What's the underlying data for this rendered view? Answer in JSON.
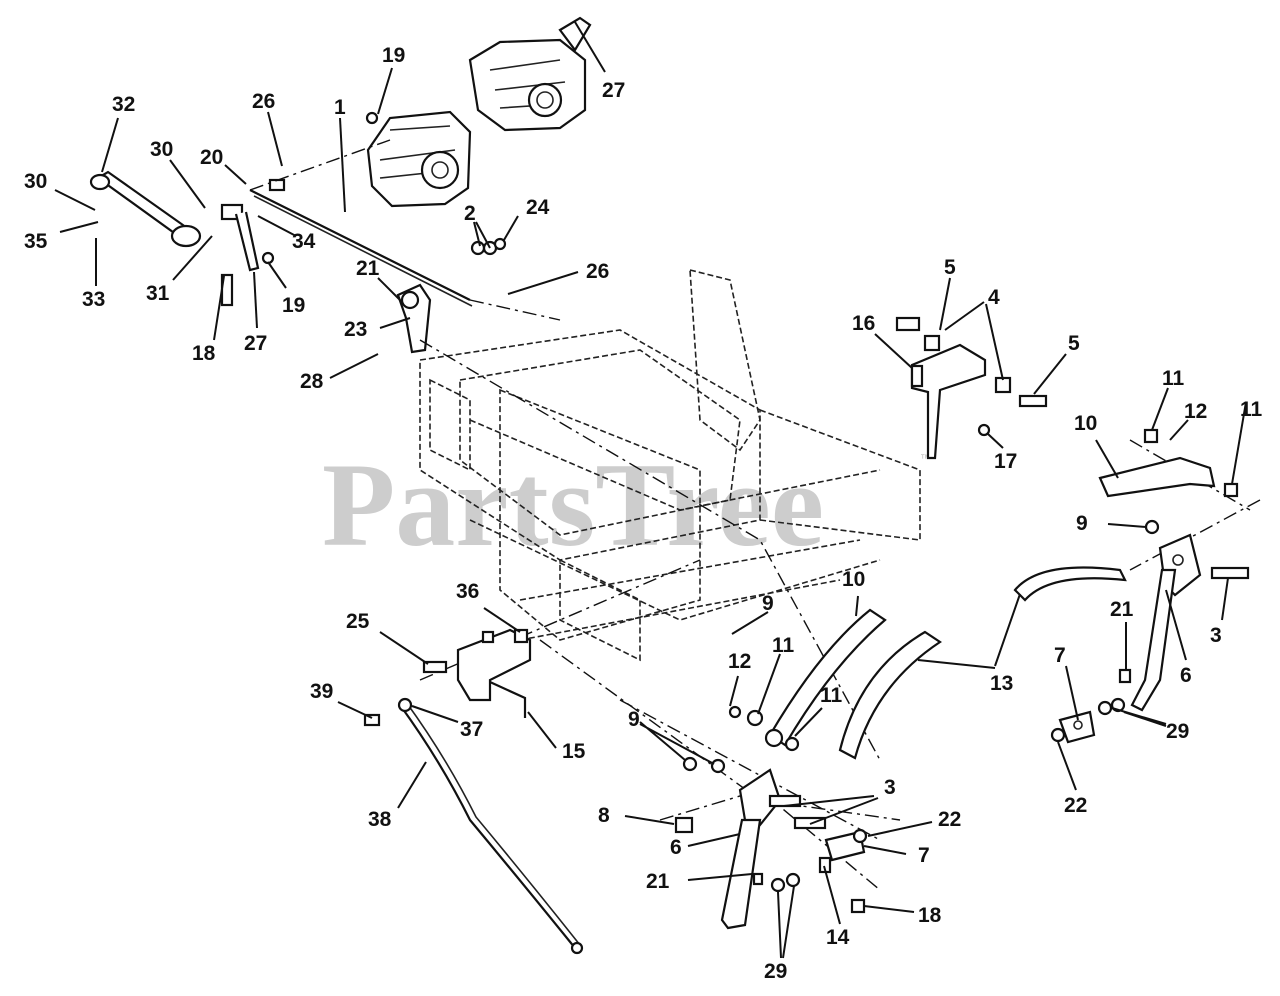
{
  "watermark": {
    "text": "PartsTree",
    "trademark": "™"
  },
  "callouts": [
    {
      "id": "c19a",
      "label": "19"
    },
    {
      "id": "c27a",
      "label": "27"
    },
    {
      "id": "c32",
      "label": "32"
    },
    {
      "id": "c1",
      "label": "1"
    },
    {
      "id": "c26a",
      "label": "26"
    },
    {
      "id": "c30a",
      "label": "30"
    },
    {
      "id": "c20",
      "label": "20"
    },
    {
      "id": "c30b",
      "label": "30"
    },
    {
      "id": "c35",
      "label": "35"
    },
    {
      "id": "c34",
      "label": "34"
    },
    {
      "id": "c33",
      "label": "33"
    },
    {
      "id": "c31",
      "label": "31"
    },
    {
      "id": "c2",
      "label": "2"
    },
    {
      "id": "c24",
      "label": "24"
    },
    {
      "id": "c26b",
      "label": "26"
    },
    {
      "id": "c19b",
      "label": "19"
    },
    {
      "id": "c18a",
      "label": "18"
    },
    {
      "id": "c27b",
      "label": "27"
    },
    {
      "id": "c21a",
      "label": "21"
    },
    {
      "id": "c23",
      "label": "23"
    },
    {
      "id": "c28",
      "label": "28"
    },
    {
      "id": "c5a",
      "label": "5"
    },
    {
      "id": "c4",
      "label": "4"
    },
    {
      "id": "c16",
      "label": "16"
    },
    {
      "id": "c5b",
      "label": "5"
    },
    {
      "id": "c17",
      "label": "17"
    },
    {
      "id": "c11a",
      "label": "11"
    },
    {
      "id": "c12a",
      "label": "12"
    },
    {
      "id": "c11b",
      "label": "11"
    },
    {
      "id": "c10a",
      "label": "10"
    },
    {
      "id": "c9a",
      "label": "9"
    },
    {
      "id": "c3a",
      "label": "3"
    },
    {
      "id": "c21b",
      "label": "21"
    },
    {
      "id": "c6a",
      "label": "6"
    },
    {
      "id": "c7a",
      "label": "7"
    },
    {
      "id": "c29a",
      "label": "29"
    },
    {
      "id": "c22a",
      "label": "22"
    },
    {
      "id": "c13",
      "label": "13"
    },
    {
      "id": "c10b",
      "label": "10"
    },
    {
      "id": "c9b",
      "label": "9"
    },
    {
      "id": "c11c",
      "label": "11"
    },
    {
      "id": "c12b",
      "label": "12"
    },
    {
      "id": "c11d",
      "label": "11"
    },
    {
      "id": "c36",
      "label": "36"
    },
    {
      "id": "c25",
      "label": "25"
    },
    {
      "id": "c39",
      "label": "39"
    },
    {
      "id": "c37",
      "label": "37"
    },
    {
      "id": "c15",
      "label": "15"
    },
    {
      "id": "c38",
      "label": "38"
    },
    {
      "id": "c9c",
      "label": "9"
    },
    {
      "id": "c3b",
      "label": "3"
    },
    {
      "id": "c8",
      "label": "8"
    },
    {
      "id": "c22b",
      "label": "22"
    },
    {
      "id": "c6b",
      "label": "6"
    },
    {
      "id": "c7b",
      "label": "7"
    },
    {
      "id": "c21c",
      "label": "21"
    },
    {
      "id": "c18b",
      "label": "18"
    },
    {
      "id": "c14",
      "label": "14"
    },
    {
      "id": "c29b",
      "label": "29"
    }
  ]
}
